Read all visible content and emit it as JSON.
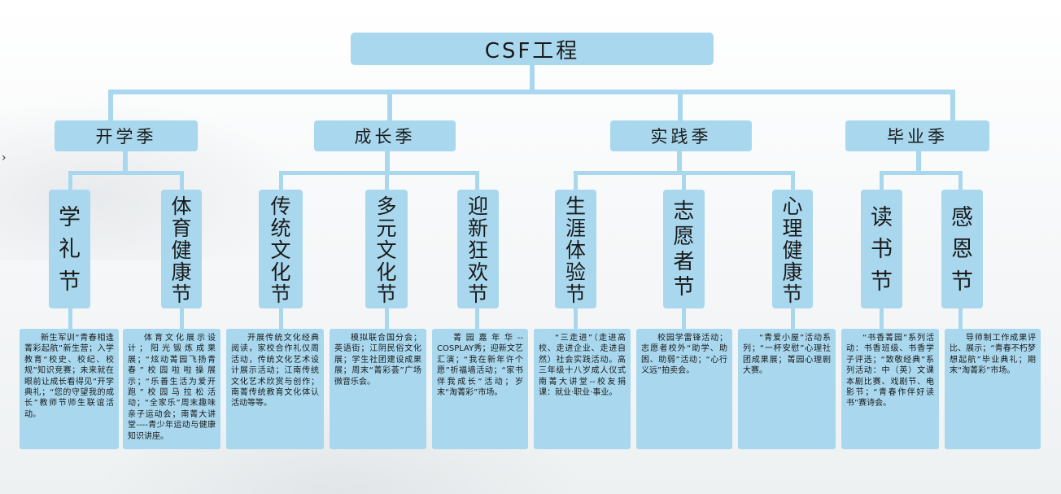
{
  "root": {
    "label": "CSF工程"
  },
  "colors": {
    "box": "#a9d8ee",
    "line": "#a9d8ee"
  },
  "seasons": [
    {
      "name": "开学季",
      "festivals": [
        {
          "name": "学礼节",
          "desc": "新生军训“青春相逢菁彩起航”新生营；入学教育“校史、校纪、校规”知识竞赛；未来就在眼前让成长看得见”开学典礼；“您的守望我的成长”教师节师生联谊活动。"
        },
        {
          "name": "体育健康节",
          "desc": "体育文化展示设计；阳光锻炼成果展；“炫动菁园飞扬青春”校园啦啦操展示；“乐善生活为爱开跑”校园马拉松活动；“全家乐”周末趣味亲子运动会；南菁大讲堂----青少年运动与健康知识讲座。"
        }
      ]
    },
    {
      "name": "成长季",
      "festivals": [
        {
          "name": "传统文化节",
          "desc": "开展传统文化经典阅读，家校合作礼仪周活动，传统文化艺术设计展示活动；江南传统文化艺术欣赏与创作；南菁传统教育文化体认活动等等。"
        },
        {
          "name": "多元文化节",
          "desc": "模拟联合国分会；英语街；江阴民俗文化展；学生社团建设成果展；周末“菁彩荟”广场微音乐会。"
        },
        {
          "name": "迎新狂欢节",
          "desc": "菁园嘉年华--COSPLAY秀；迎新文艺汇演；“我在新年许个愿”祈福墙活动；“家书伴我成长”活动；岁末“淘菁彩”市场。"
        }
      ]
    },
    {
      "name": "实践季",
      "festivals": [
        {
          "name": "生涯体验节",
          "desc": "“三走进”（走进高校、走进企业、走进自然）社会实践活动。高三年级十八岁成人仪式南菁大讲堂--校友捐课：就业·职业·事业。"
        },
        {
          "name": "志愿者节",
          "desc": "校园学雷锋活动；志愿者校外“助学、助困、助弱”活动；“心行义远”拍卖会。"
        },
        {
          "name": "心理健康节",
          "desc": "“青爱小屋”活动系列；“一杯安慰”心理社团成果展；菁园心理剧大赛。"
        }
      ]
    },
    {
      "name": "毕业季",
      "festivals": [
        {
          "name": "读书节",
          "desc": "“书香菁园”系列活动：书香班级、书香学子评选；“致敬经典”系列活动：中（英）文课本剧比赛、戏剧节、电影节；“青春作伴好读书”赛诗会。"
        },
        {
          "name": "感恩节",
          "desc": "导师制工作成果评比、展示；“青春不朽梦想起航”毕业典礼；期末“淘菁彩”市场。"
        }
      ]
    }
  ]
}
